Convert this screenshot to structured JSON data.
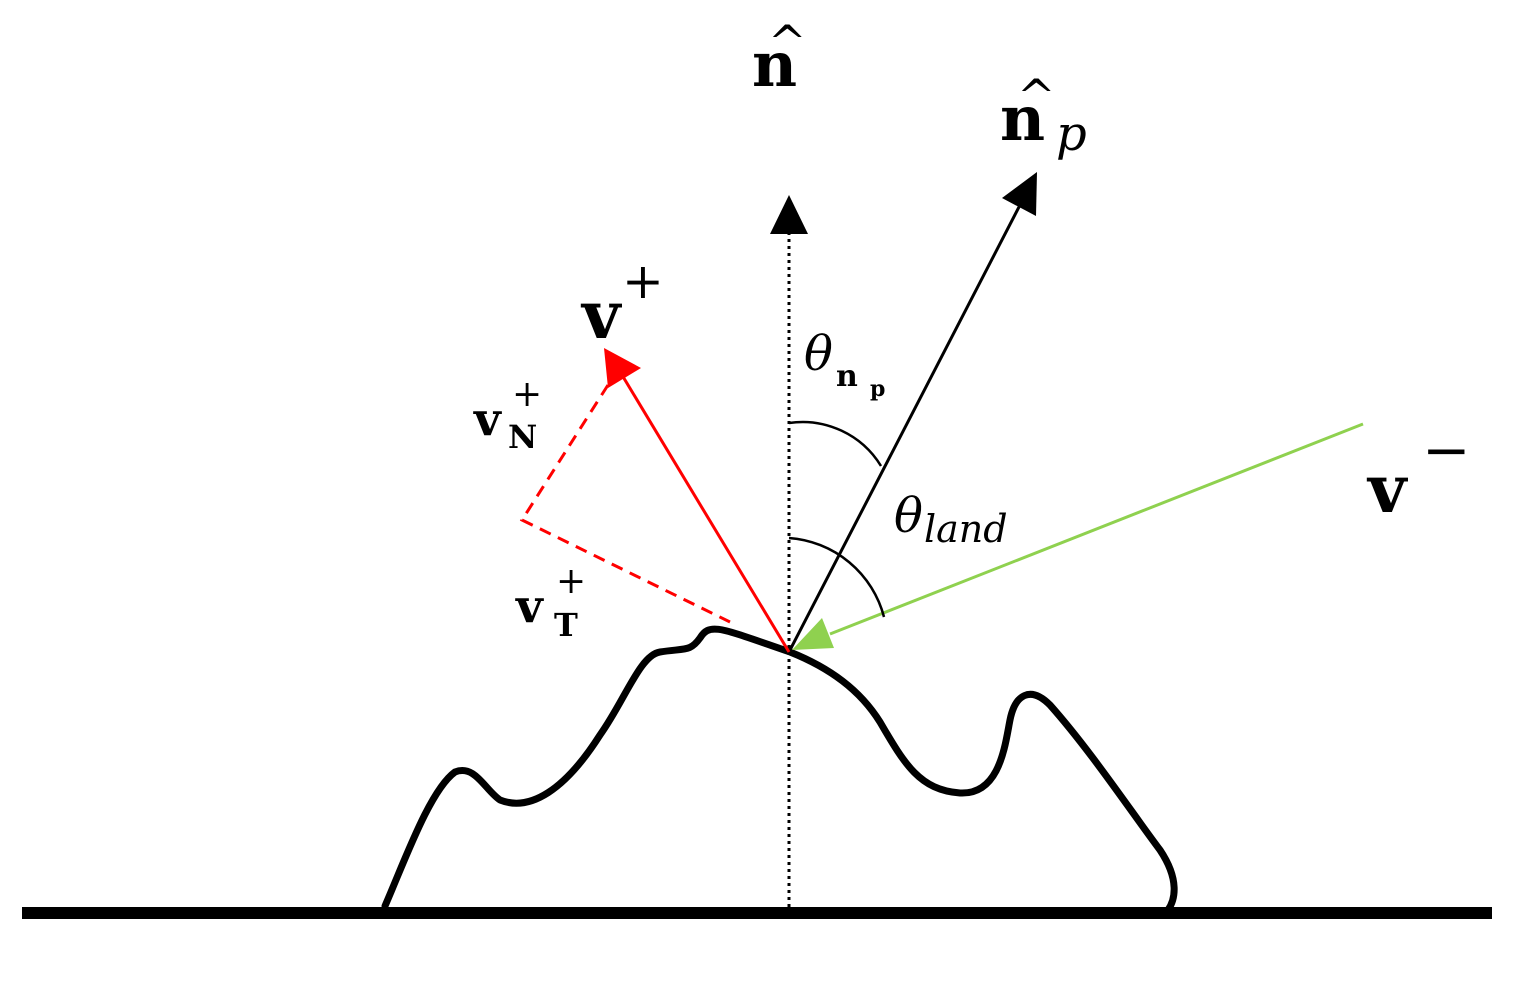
{
  "labels": {
    "n_hat": "n",
    "n_hat_accent": "^",
    "np_hat_base": "n",
    "np_hat_accent": "^",
    "np_hat_sub": "p",
    "v_plus_base": "v",
    "v_plus_sup": "+",
    "v_minus_base": "v",
    "v_minus_sup": "−",
    "vN_base": "v",
    "vN_sup": "+",
    "vN_sub": "N",
    "vT_base": "v",
    "vT_sup": "+",
    "vT_sub": "T",
    "theta_np_base": "θ",
    "theta_np_sub_n": "n",
    "theta_np_sub_p": "p",
    "theta_land_base": "θ",
    "theta_land_sub": "land"
  },
  "colors": {
    "outgoing_velocity": "#ff0000",
    "incoming_velocity": "#8fd14f",
    "normals": "#000000",
    "terrain": "#000000"
  }
}
